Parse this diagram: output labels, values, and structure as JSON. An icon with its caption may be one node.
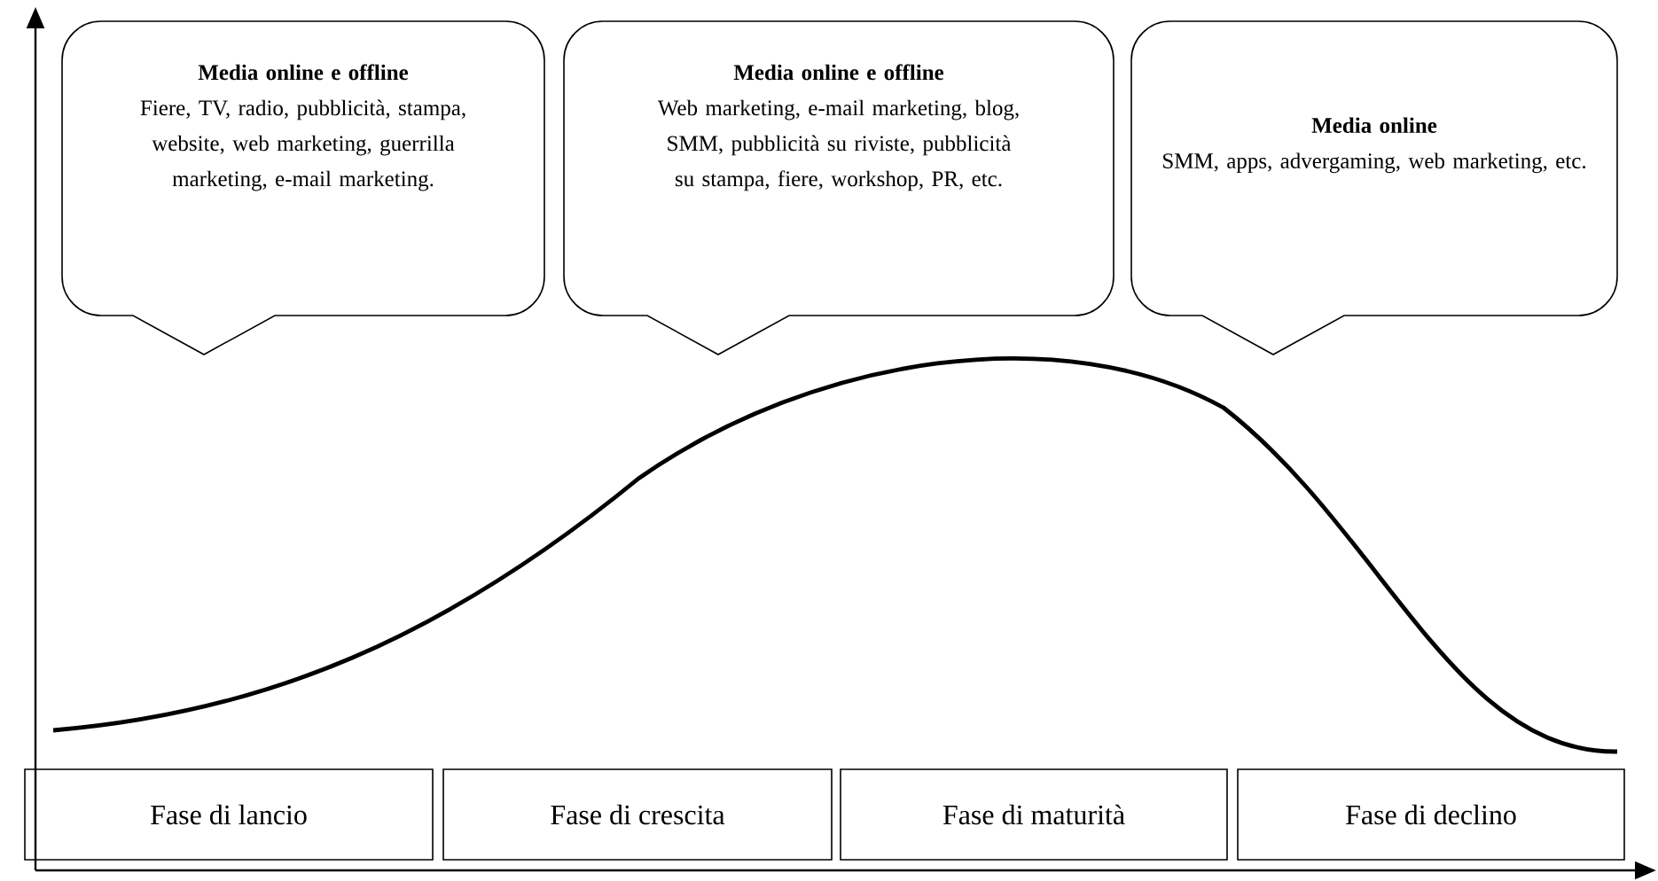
{
  "diagram": {
    "nodes": [
      {
        "text": [
          "Media online e offline",
          "Fiere, TV, radio, pubblicità, stampa, website, web marketing, guerrilla marketing, e-mail marketing."
        ]
      },
      {
        "text": [
          "Media online e offline",
          "Web marketing, e-mail marketing, blog, SMM, pubblicità su riviste, pubblicità su stampa, fiere, workshop, PR, etc."
        ]
      },
      {
        "text": [
          "Media online",
          "SMM, apps, advergaming, web marketing, etc."
        ]
      },
      {
        "text": [
          "Fase di lancio"
        ]
      },
      {
        "text": [
          "Fase di crescita"
        ]
      },
      {
        "text": [
          "Fase di maturità"
        ]
      },
      {
        "text": [
          "Fase di declino"
        ]
      }
    ]
  }
}
